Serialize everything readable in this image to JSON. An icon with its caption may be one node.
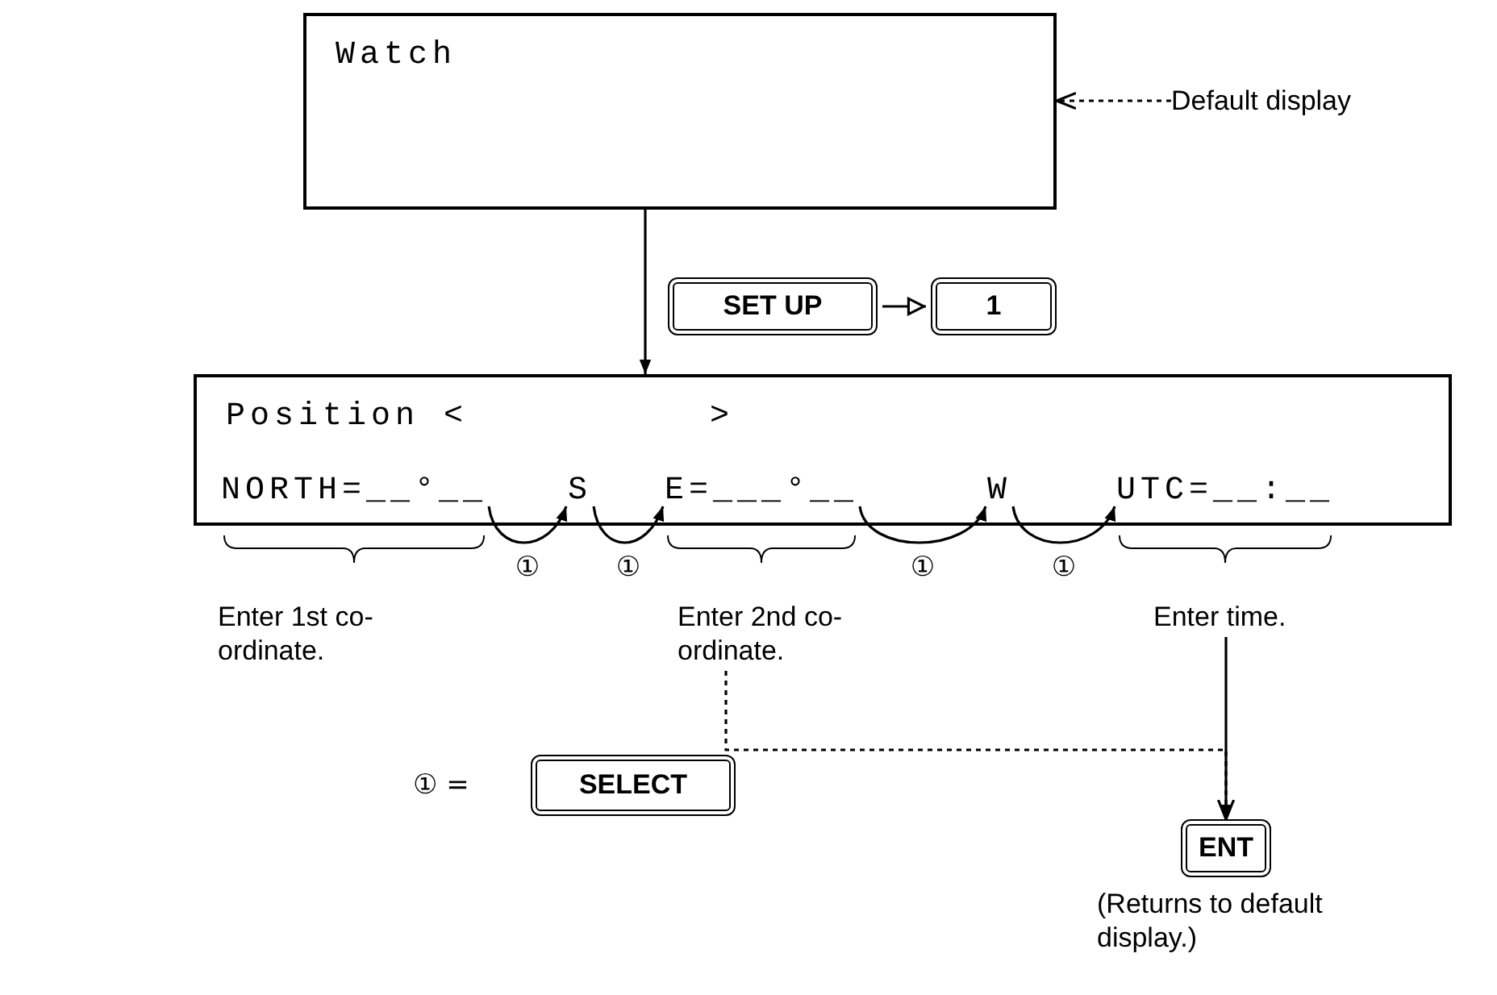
{
  "diagram": {
    "nodes": [
      {
        "text": [
          "Watch"
        ]
      },
      {
        "text": [
          "Default display"
        ]
      },
      {
        "text": [
          "SET UP"
        ]
      },
      {
        "text": [
          "1"
        ]
      },
      {
        "text": [
          "Position <          >"
        ]
      },
      {
        "text": [
          "NORTH=__°__"
        ],
        "in": 4
      },
      {
        "text": [
          "S"
        ],
        "in": 4
      },
      {
        "text": [
          "E=___°__"
        ],
        "in": 4
      },
      {
        "text": [
          "W"
        ],
        "in": 4
      },
      {
        "text": [
          "UTC=__:__"
        ],
        "in": 4
      },
      {
        "text": [
          "Enter 2nd co-ordinate."
        ]
      },
      {
        "text": [
          "Enter time."
        ]
      },
      {
        "text": [
          "SELECT"
        ]
      },
      {
        "text": [
          "ENT"
        ],
        "beside": [
          "(Returns to default display.)"
        ]
      }
    ],
    "edges": [
      {
        "from": 1,
        "to": 0,
        "arrow": "to",
        "style": "dashed"
      },
      {
        "from": 0,
        "to": 4,
        "arrow": "to"
      },
      {
        "from": 2,
        "to": 3,
        "arrow": "to"
      },
      {
        "from": 5,
        "to": 6,
        "arrow": "to",
        "label": "①"
      },
      {
        "from": 6,
        "to": 7,
        "arrow": "to",
        "label": "①"
      },
      {
        "from": 7,
        "to": 8,
        "arrow": "to",
        "label": "①"
      },
      {
        "from": 8,
        "to": 9,
        "arrow": "to",
        "label": "①"
      },
      {
        "from": 10,
        "to": 13,
        "arrow": "to",
        "style": "dashed"
      },
      {
        "from": 11,
        "to": 13,
        "arrow": "to"
      }
    ],
    "labels": [
      "Enter 1st co-ordinate.",
      "① ="
    ]
  }
}
